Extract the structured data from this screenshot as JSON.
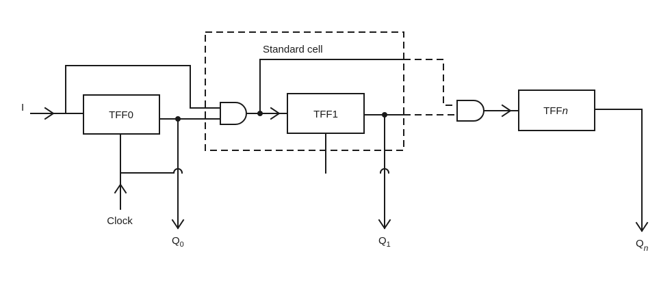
{
  "labels": {
    "input": "I",
    "standard_cell": "Standard cell",
    "clock": "Clock",
    "q0_main": "Q",
    "q0_sub": "0",
    "q1_main": "Q",
    "q1_sub": "1",
    "qn_main": "Q",
    "qn_sub": "n"
  },
  "blocks": {
    "tff0": "TFF0",
    "tff1": "TFF1",
    "tffn_prefix": "TFF",
    "tffn_suffix": "n"
  }
}
